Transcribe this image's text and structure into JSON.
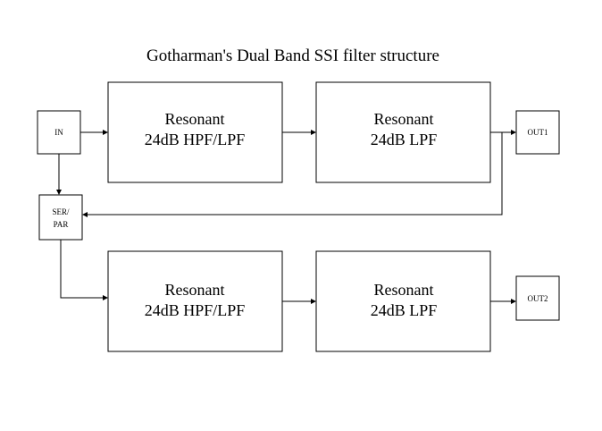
{
  "title": "Gotharman's Dual Band SSI filter structure",
  "blocks": {
    "in": {
      "label": "IN"
    },
    "ser_par": {
      "line1": "SER/",
      "line2": "PAR"
    },
    "filter1": {
      "line1": "Resonant",
      "line2": "24dB HPF/LPF"
    },
    "filter2": {
      "line1": "Resonant",
      "line2": "24dB LPF"
    },
    "filter3": {
      "line1": "Resonant",
      "line2": "24dB HPF/LPF"
    },
    "filter4": {
      "line1": "Resonant",
      "line2": "24dB LPF"
    },
    "out1": {
      "label": "OUT1"
    },
    "out2": {
      "label": "OUT2"
    }
  },
  "colors": {
    "line": "#000000",
    "background": "#ffffff"
  }
}
